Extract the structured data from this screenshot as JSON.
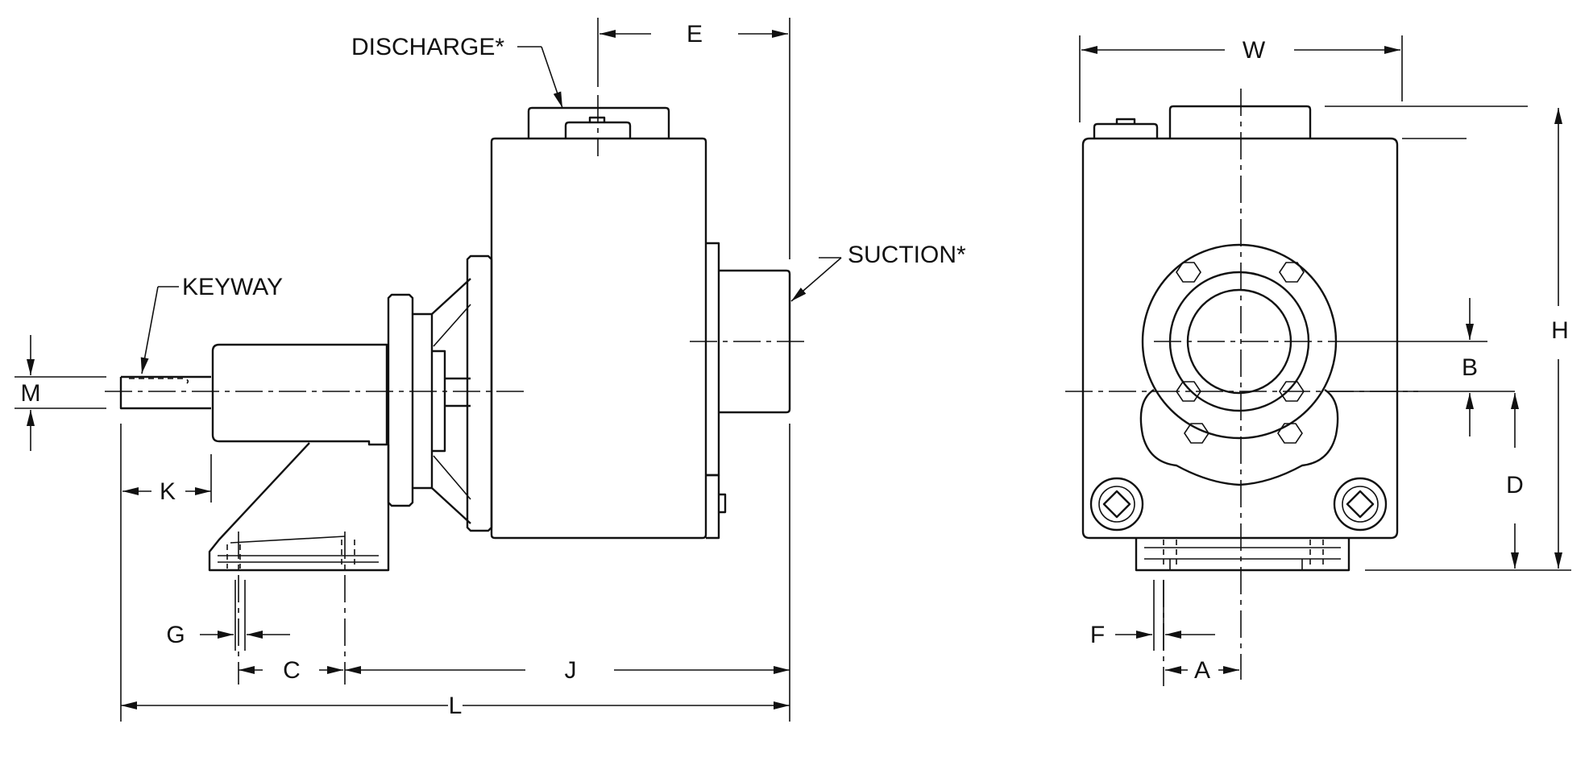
{
  "labels": {
    "discharge": "DISCHARGE*",
    "suction": "SUCTION*",
    "keyway": "KEYWAY",
    "dim_e": "E",
    "dim_w": "W",
    "dim_h": "H",
    "dim_b": "B",
    "dim_d": "D",
    "dim_m": "M",
    "dim_k": "K",
    "dim_g": "G",
    "dim_c": "C",
    "dim_j": "J",
    "dim_l": "L",
    "dim_f": "F",
    "dim_a": "A"
  }
}
